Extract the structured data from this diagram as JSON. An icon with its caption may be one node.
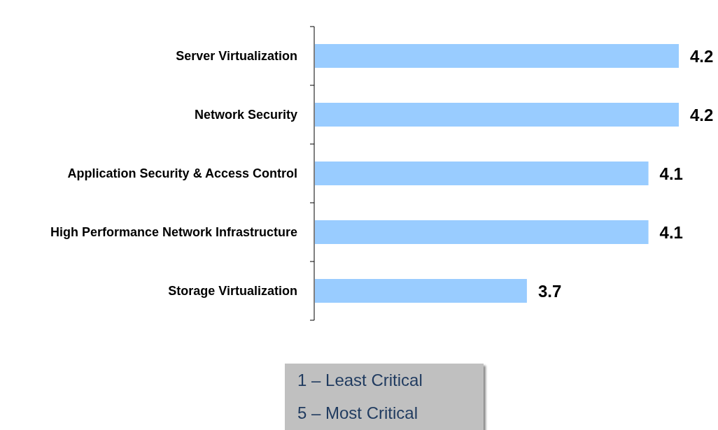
{
  "diagram": {
    "labels": [
      "1 – Least Critical",
      "5 – Most Critical"
    ],
    "chart_data": {
      "type": "bar",
      "orientation": "horizontal",
      "categories": [
        "Server Virtualization",
        "Network Security",
        "Application Security & Access Control",
        "High Performance Network Infrastructure",
        "Storage Virtualization"
      ],
      "values": [
        4.2,
        4.2,
        4.1,
        4.1,
        3.7
      ],
      "xlim": [
        3,
        4.2
      ],
      "data_labels": true
    }
  }
}
